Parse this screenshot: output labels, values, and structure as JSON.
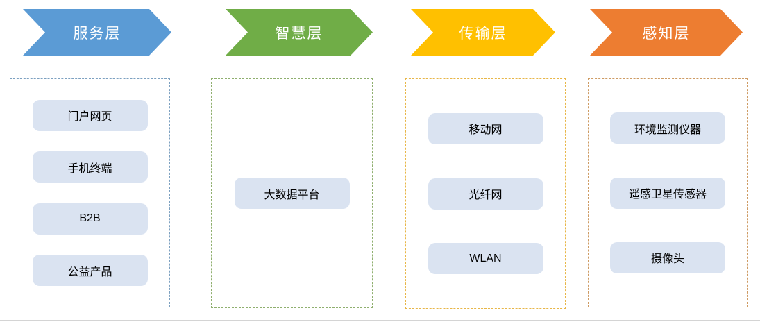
{
  "diagram": {
    "item_fill": "#dae3f1",
    "item_text_color": "#000000",
    "layers": [
      {
        "title": "服务层",
        "arrow_color": "#5b9bd5",
        "border_color": "#7ca0c0",
        "items": [
          {
            "label": "门户网页"
          },
          {
            "label": "手机终端"
          },
          {
            "label": "B2B"
          },
          {
            "label": "公益产品"
          }
        ]
      },
      {
        "title": "智慧层",
        "arrow_color": "#70ad47",
        "border_color": "#8faf6e",
        "items": [
          {
            "label": "大数据平台"
          }
        ]
      },
      {
        "title": "传输层",
        "arrow_color": "#ffc000",
        "border_color": "#e8b647",
        "items": [
          {
            "label": "移动网"
          },
          {
            "label": "光纤网"
          },
          {
            "label": "WLAN"
          }
        ]
      },
      {
        "title": "感知层",
        "arrow_color": "#ed7d31",
        "border_color": "#ce9b63",
        "items": [
          {
            "label": "环境监测仪器"
          },
          {
            "label": "遥感卫星传感器"
          },
          {
            "label": "摄像头"
          }
        ]
      }
    ]
  }
}
